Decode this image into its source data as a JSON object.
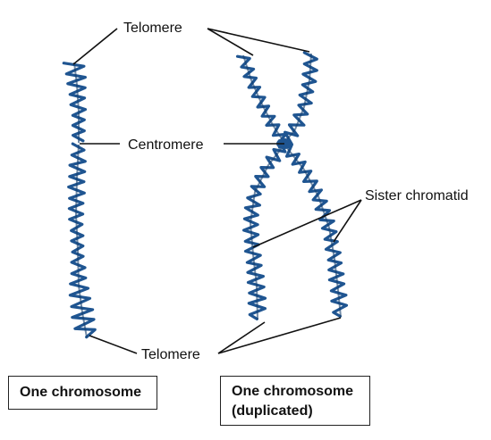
{
  "colors": {
    "chromosome": "#1f5591",
    "chromosome_dark": "#163f6e",
    "leader_line": "#111111"
  },
  "labels": {
    "telomere_top": "Telomere",
    "centromere": "Centromere",
    "sister_chromatid": "Sister chromatid",
    "telomere_bottom": "Telomere"
  },
  "captions": {
    "single": "One chromosome",
    "duplicated_line1": "One chromosome",
    "duplicated_line2": "(duplicated)"
  }
}
